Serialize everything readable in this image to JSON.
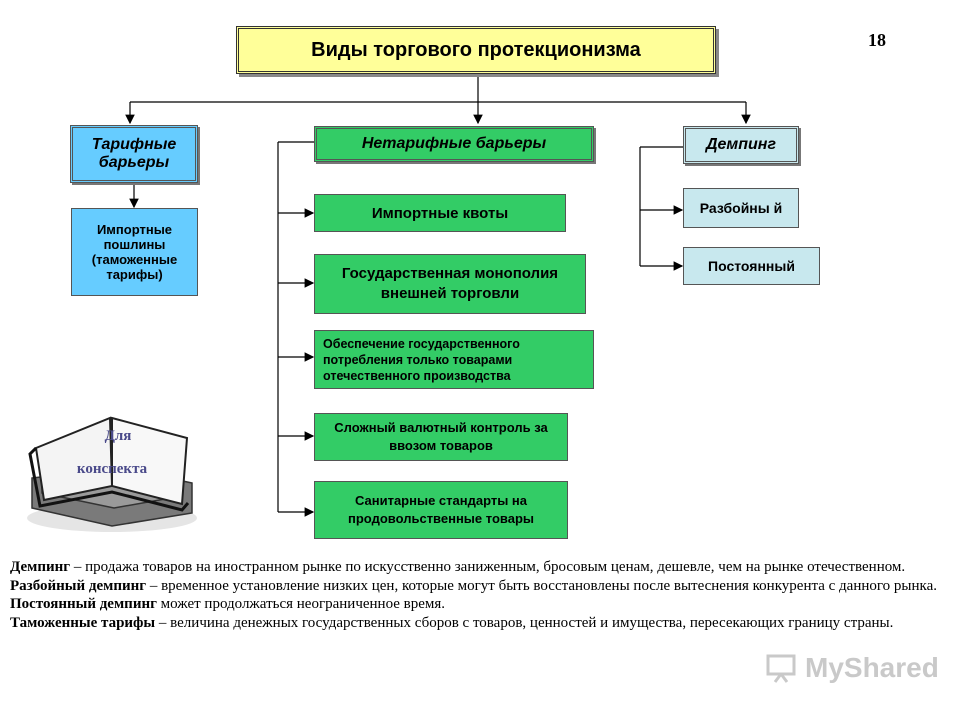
{
  "page_number": "18",
  "title": "Виды торгового протекционизма",
  "categories": {
    "tariff": {
      "label": "Тарифные барьеры",
      "children": [
        "Импортные пошлины (таможенные тарифы)"
      ]
    },
    "nontariff": {
      "label": "Нетарифные барьеры",
      "children": [
        "Импортные квоты",
        "Государственная монополия внешней торговли",
        "Обеспечение государственного потребления только товарами отечественного производства",
        "Сложный валютный контроль за ввозом товаров",
        "Санитарные стандарты на продовольственные товары"
      ]
    },
    "dumping": {
      "label": "Демпинг",
      "children": [
        "Разбойны й",
        "Постоянный"
      ]
    }
  },
  "book_label_line1": "Для",
  "book_label_line2": "конспекта",
  "definitions": [
    {
      "term": "Демпинг",
      "text": " – продажа товаров на иностранном рынке по искусственно заниженным, бросовым ценам, дешевле, чем на рынке отечественном."
    },
    {
      "term": "Разбойный демпинг",
      "text": " – временное установление низких цен, которые могут быть восстановлены после вытеснения конкурента с данного рынка."
    },
    {
      "term": "Постоянный демпинг",
      "text": " может продолжаться неограниченное время."
    },
    {
      "term": "Таможенные тарифы",
      "text": " – величина денежных государственных сборов с товаров, ценностей и имущества, пересекающих границу страны."
    }
  ],
  "watermark": "MyShared",
  "colors": {
    "title_bg": "#ffff99",
    "nontariff_green": "#33cc66",
    "tariff_blue": "#66ccff",
    "dumping_light_blue": "#c8e8ee"
  },
  "icons": [
    "book-icon",
    "presentation-icon"
  ]
}
